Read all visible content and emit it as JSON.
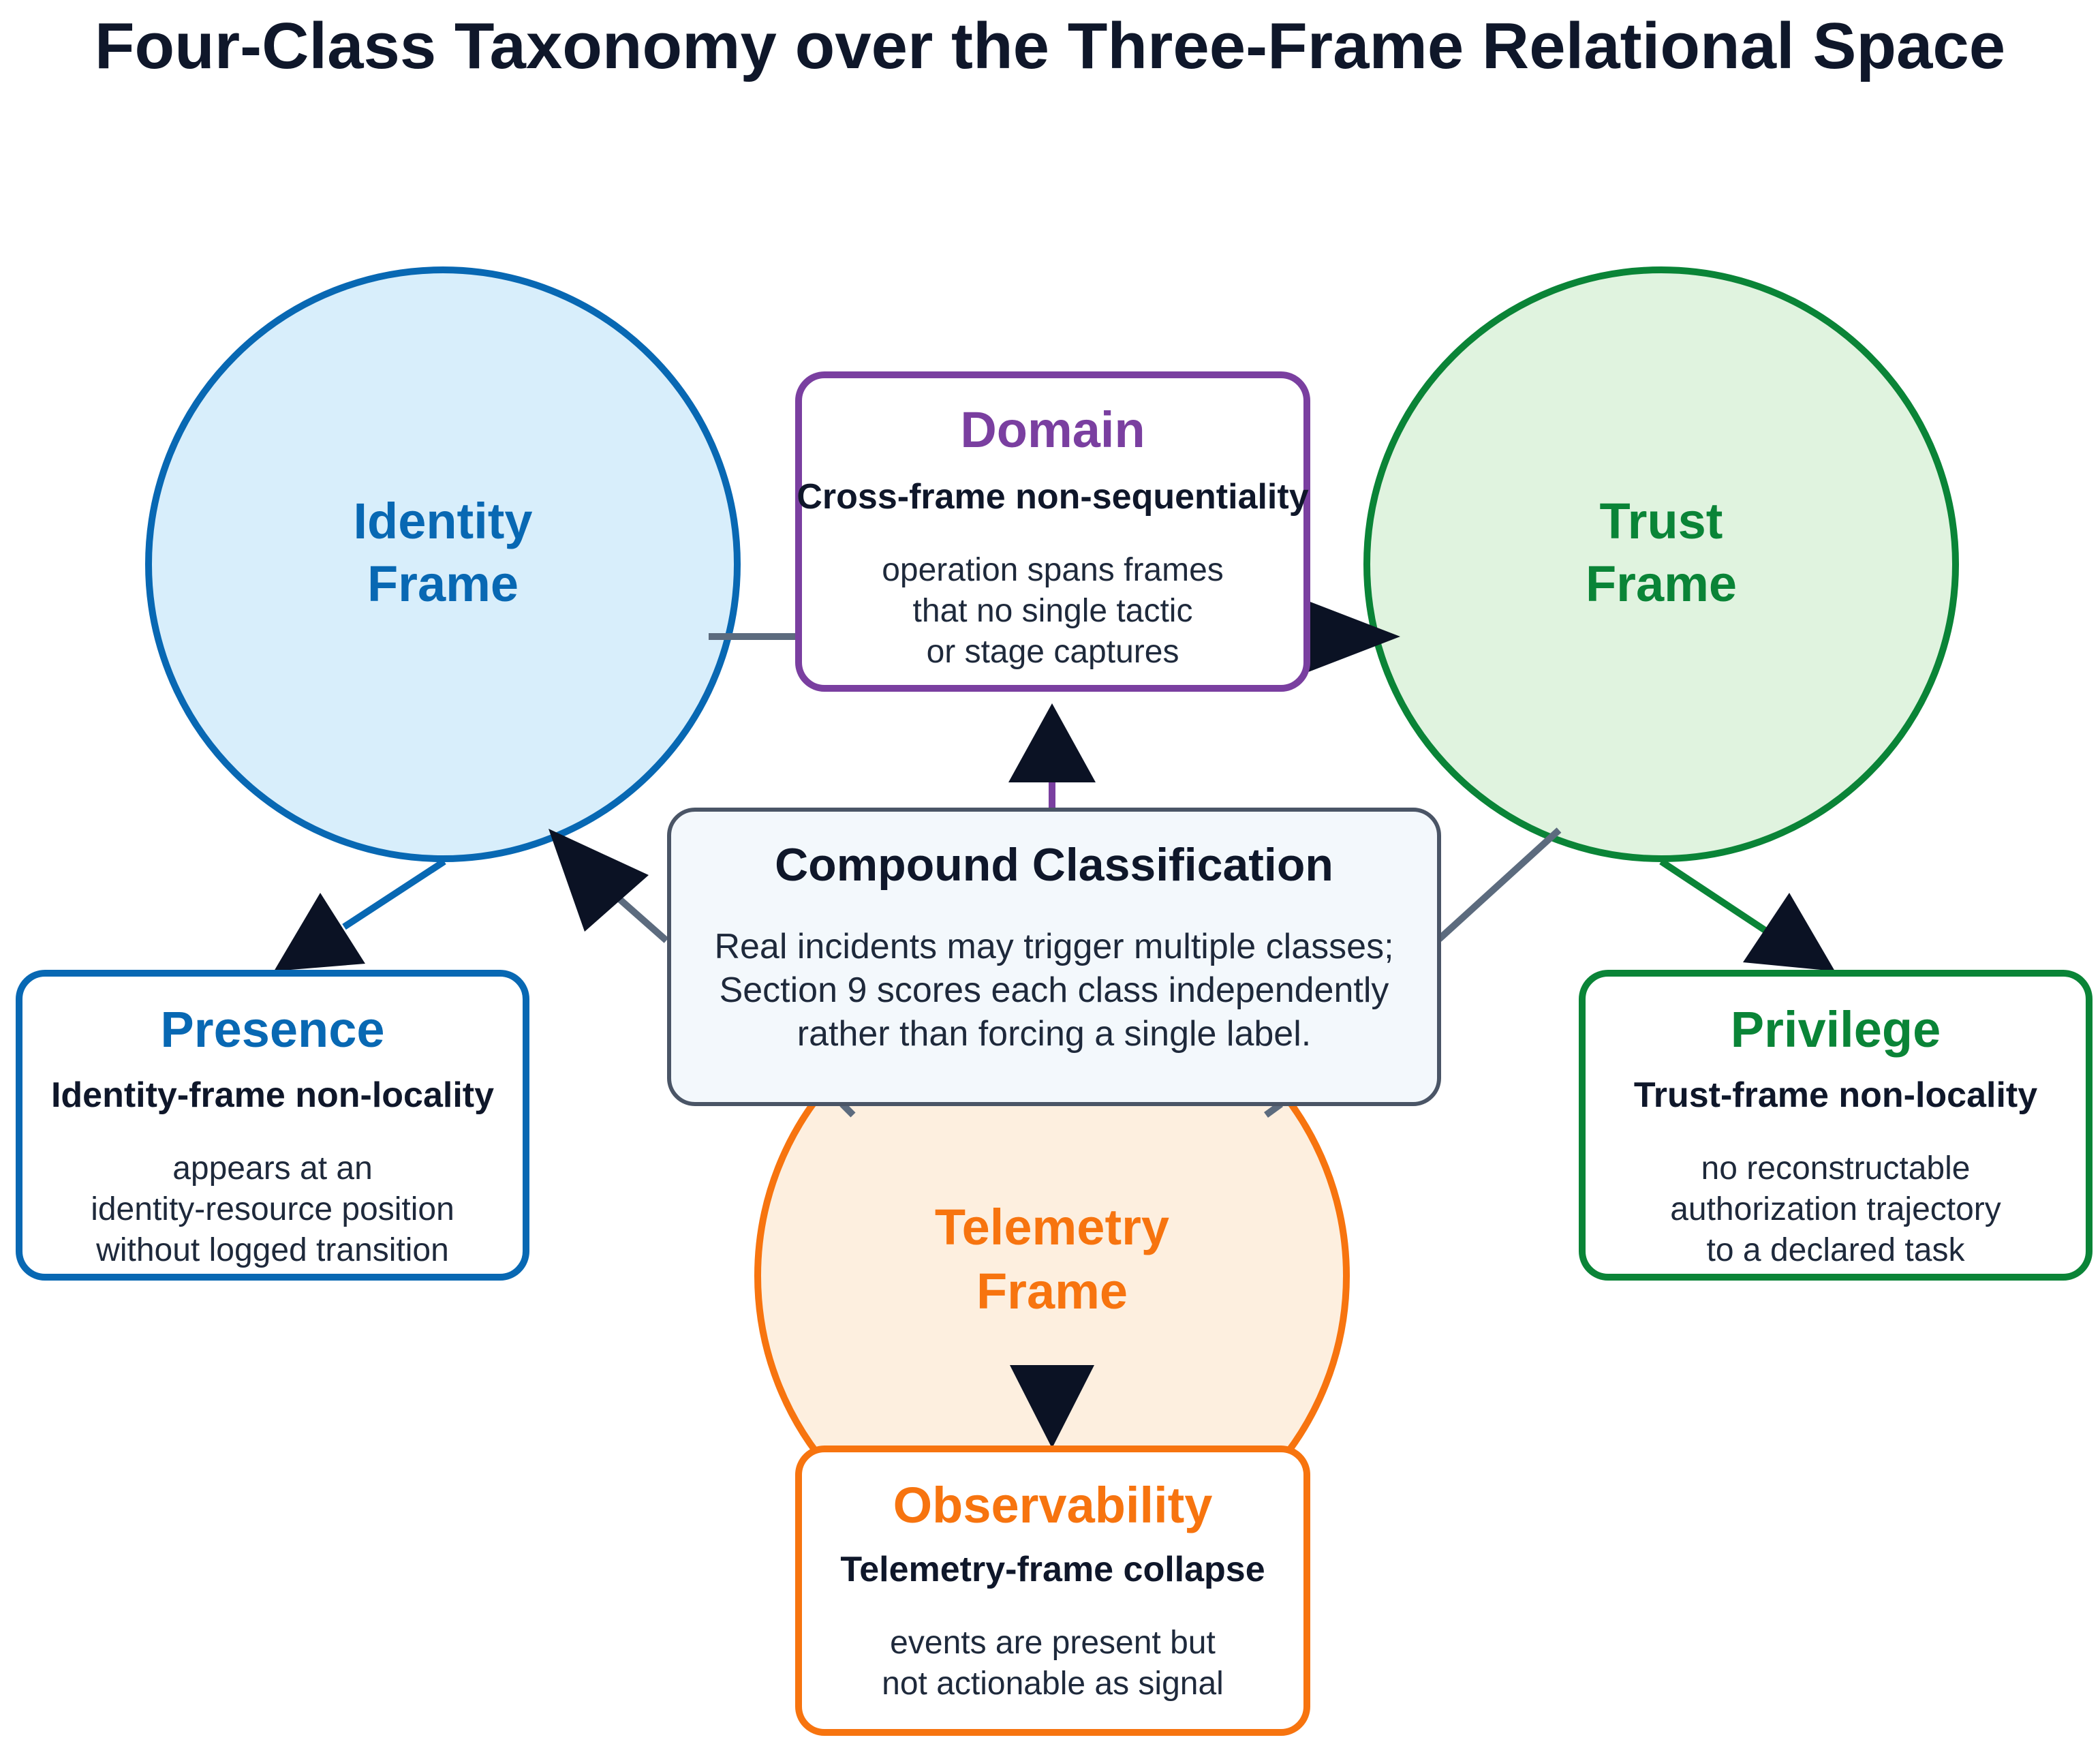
{
  "title": "Four-Class Taxonomy over the Three-Frame Relational Space",
  "colors": {
    "identity": "#0868b3",
    "identity_fill": "#d8eefb",
    "trust": "#0a8437",
    "trust_fill": "#e0f3df",
    "telemetry": "#f7740f",
    "telemetry_fill": "#fdefdf",
    "domain": "#7a3fa0",
    "compound_stroke": "#4a5566",
    "compound_fill": "#f3f8fc",
    "link": "#5c6b7e",
    "arrowhead": "#0b1224",
    "text": "#0f172a"
  },
  "frames": {
    "identity": {
      "line1": "Identity",
      "line2": "Frame"
    },
    "trust": {
      "line1": "Trust",
      "line2": "Frame"
    },
    "telemetry": {
      "line1": "Telemetry",
      "line2": "Frame"
    }
  },
  "classes": {
    "domain": {
      "title": "Domain",
      "subtitle": "Cross-frame non-sequentiality",
      "desc": [
        "operation spans frames",
        "that no single tactic",
        "or stage captures"
      ]
    },
    "presence": {
      "title": "Presence",
      "subtitle": "Identity-frame non-locality",
      "desc": [
        "appears at an",
        "identity-resource position",
        "without logged transition"
      ]
    },
    "privilege": {
      "title": "Privilege",
      "subtitle": "Trust-frame non-locality",
      "desc": [
        "no reconstructable",
        "authorization trajectory",
        "to a declared task"
      ]
    },
    "observability": {
      "title": "Observability",
      "subtitle": "Telemetry-frame collapse",
      "desc": [
        "events are present but",
        "not actionable as signal"
      ]
    }
  },
  "compound": {
    "title": "Compound Classification",
    "desc": [
      "Real incidents may trigger multiple classes;",
      "Section 9 scores each class independently",
      "rather than forcing a single label."
    ]
  }
}
